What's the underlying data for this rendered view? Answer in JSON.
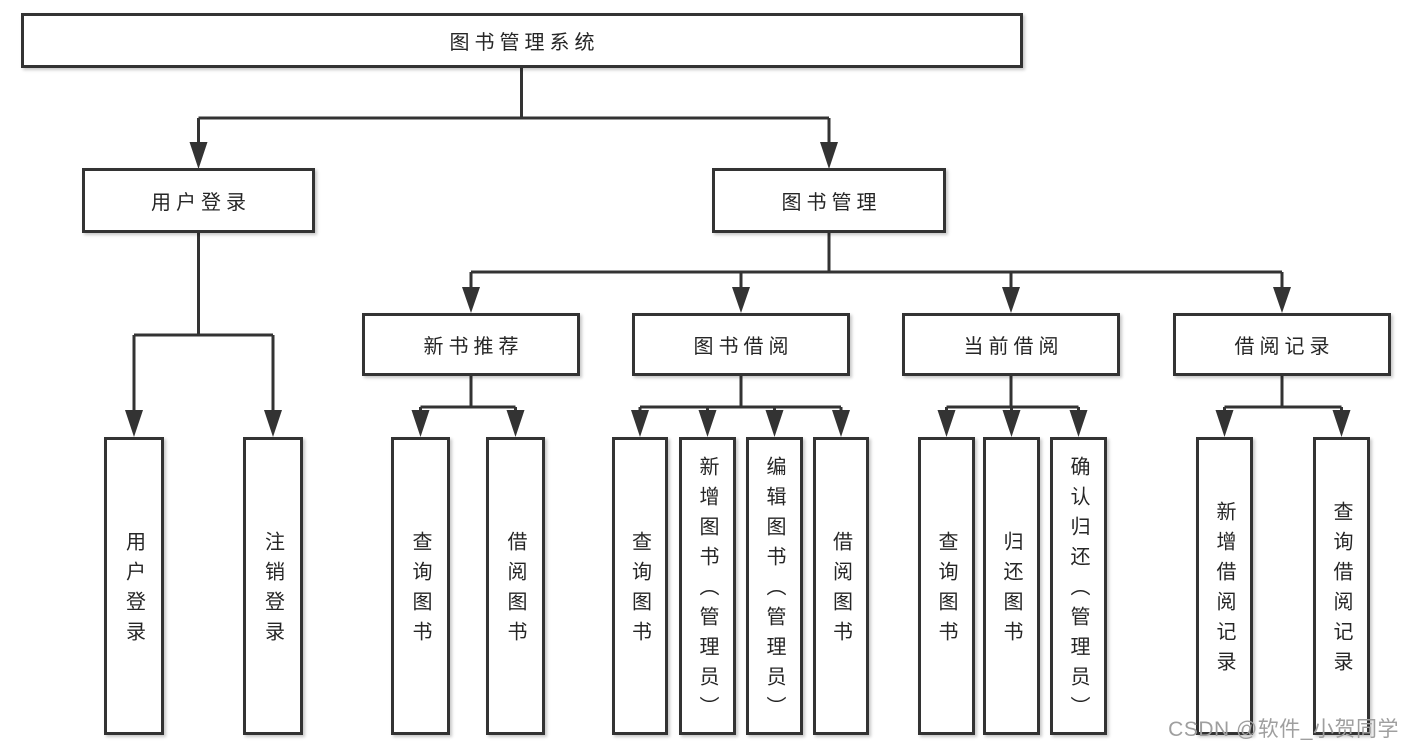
{
  "colors": {
    "line": "#333333",
    "box_border": "#333333",
    "box_fill": "#ffffff",
    "text": "#262626",
    "watermark": "#9f9f9f",
    "background": "#ffffff"
  },
  "diagram_title": "图书管理系统",
  "nodes": {
    "root": "图书管理系统",
    "user_login": "用户登录",
    "book_mgmt": "图书管理",
    "new_book_rec": "新书推荐",
    "book_borrow": "图书借阅",
    "current_borrow": "当前借阅",
    "borrow_record": "借阅记录",
    "ul_login": "用户登录",
    "ul_logout": "注销登录",
    "nr_query": "查询图书",
    "nr_borrow": "借阅图书",
    "bb_query": "查询图书",
    "bb_add": "新增图书（管理员）",
    "bb_edit": "编辑图书（管理员）",
    "bb_borrow": "借阅图书",
    "cb_query": "查询图书",
    "cb_return": "归还图书",
    "cb_confirm": "确认归还（管理员）",
    "br_add": "新增借阅记录",
    "br_query": "查询借阅记录"
  },
  "watermark": "CSDN @软件_小贺同学"
}
